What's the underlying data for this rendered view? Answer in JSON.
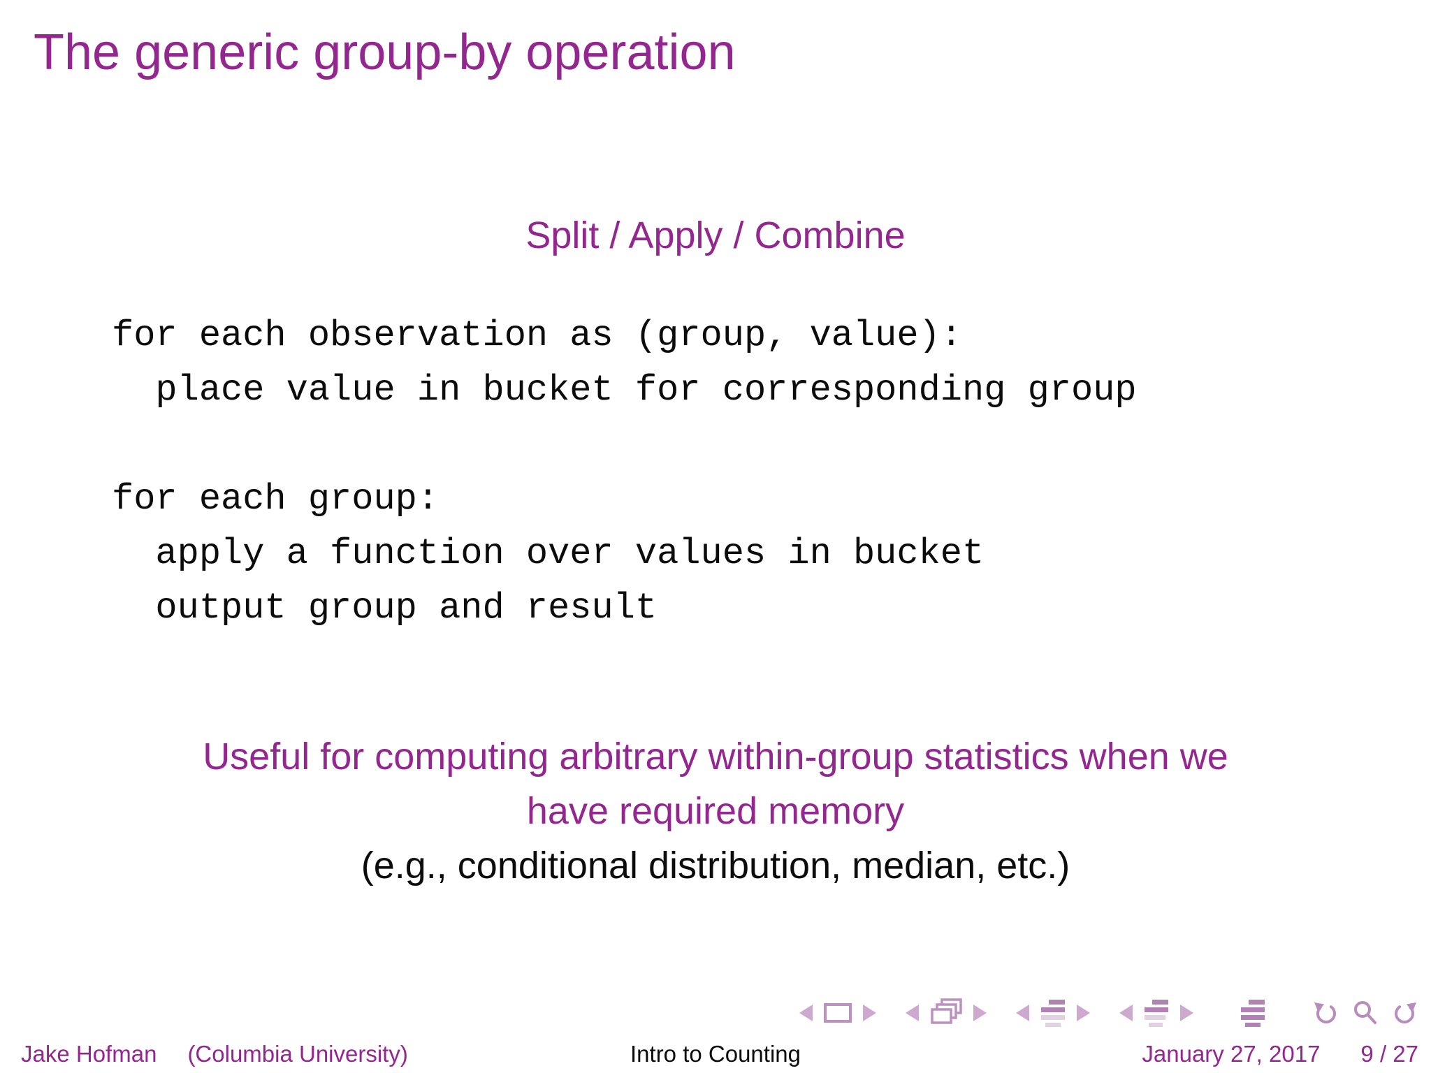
{
  "colors": {
    "accent": "#93278F",
    "nav_triangle": "#CDA9CF",
    "nav_outline": "#BC90BF",
    "nav_bar_dark": "#B083B4",
    "nav_bar_light": "#E2D0E3",
    "nav_arrow": "#B88CBB"
  },
  "slide": {
    "title": "The generic group-by operation",
    "subtitle": "Split / Apply / Combine",
    "pseudocode": "for each observation as (group, value):\n  place value in bucket for corresponding group\n\nfor each group:\n  apply a function over values in bucket\n  output group and result",
    "statement": "Useful for computing arbitrary within-group statistics when we\nhave required memory",
    "example_note": "(e.g., conditional distribution, median, etc.)"
  },
  "footer": {
    "author": "Jake Hofman",
    "affiliation": "(Columbia University)",
    "deck_title": "Intro to Counting",
    "date": "January 27, 2017",
    "page": "9 / 27"
  },
  "nav_symbols": [
    "slide-back",
    "slide-frame",
    "slide-forward",
    "frame-back",
    "frame-stack",
    "frame-forward",
    "subsection-back",
    "subsection-list",
    "subsection-forward",
    "section-back",
    "section-list",
    "section-forward",
    "appendix-list",
    "history-back",
    "search",
    "history-forward"
  ]
}
